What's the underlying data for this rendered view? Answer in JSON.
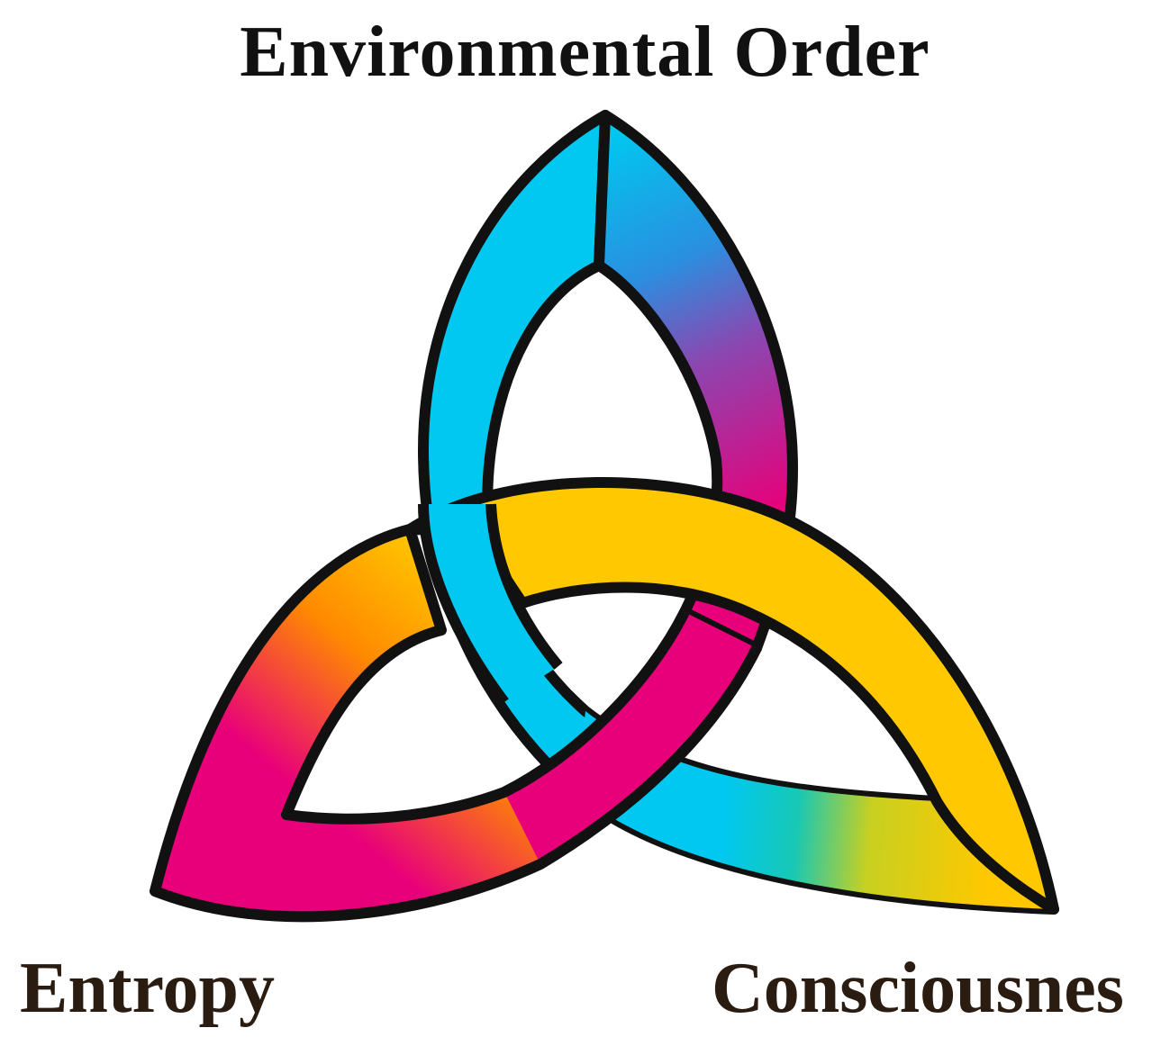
{
  "labels": {
    "top": "Environmental Order",
    "left": "Entropy",
    "right": "Consciousnes"
  },
  "colors": {
    "outline": "#111111",
    "cyan": "#00c8f0",
    "blue": "#2a8fe0",
    "purple": "#8c46b0",
    "magenta": "#e8007a",
    "orange": "#ff8a00",
    "yellow": "#ffc800",
    "teal": "#18c8b4",
    "lime": "#c8d020"
  }
}
